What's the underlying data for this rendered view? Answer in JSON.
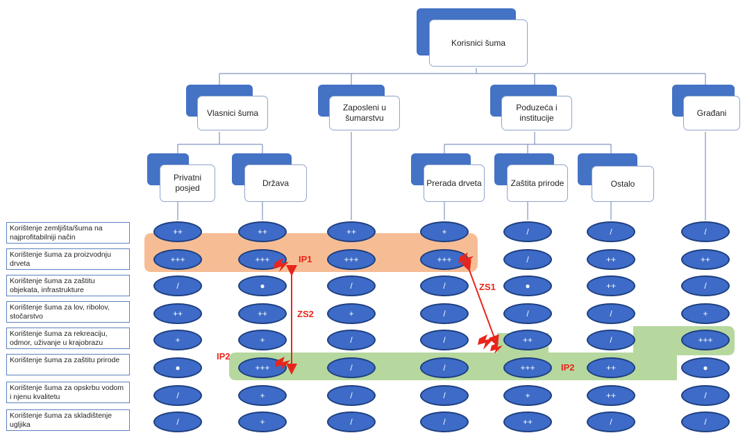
{
  "colors": {
    "node_blue": "#4472c4",
    "ellipse": "#3d6bc7",
    "orange_band": "#f4b183",
    "green_band": "#a9d18e",
    "conflict": "#e8251a"
  },
  "root": {
    "label": "Korisnici šuma"
  },
  "level1": [
    {
      "label": "Vlasnici šuma"
    },
    {
      "label": "Zaposleni u šumarstvu"
    },
    {
      "label": "Poduzeća i institucije"
    },
    {
      "label": "Građani"
    }
  ],
  "level2": [
    {
      "label": "Privatni posjed"
    },
    {
      "label": "Država"
    },
    {
      "label": "Prerada drveta"
    },
    {
      "label": "Zaštita prirode"
    },
    {
      "label": "Ostalo"
    }
  ],
  "activities": [
    "Korištenje zemljišta/šuma na najprofitabilniji način",
    "Korištenje šuma za proizvodnju drveta",
    "Korištenje šuma za zaštitu objekata, infrastrukture",
    "Korištenje šuma za lov, ribolov, stočarstvo",
    "Korištenje šuma za rekreaciju, odmor, uživanje u krajobrazu",
    "Korištenje šuma za zaštitu prirode",
    "Korištenje šuma za opskrbu vodom i njenu kvalitetu",
    "Korištenje šuma za skladištenje ugljika"
  ],
  "matrix": [
    [
      "++",
      "++",
      "++",
      "+",
      "/",
      "/",
      "/"
    ],
    [
      "+++",
      "+++",
      "+++",
      "+++",
      "/",
      "++",
      "++"
    ],
    [
      "/",
      "●",
      "/",
      "/",
      "●",
      "++",
      "/"
    ],
    [
      "++",
      "++",
      "+",
      "/",
      "/",
      "/",
      "+"
    ],
    [
      "+",
      "+",
      "/",
      "/",
      "++",
      "/",
      "+++"
    ],
    [
      "●",
      "+++",
      "/",
      "/",
      "+++",
      "++",
      "●"
    ],
    [
      "/",
      "+",
      "/",
      "/",
      "+",
      "++",
      "/"
    ],
    [
      "/",
      "+",
      "/",
      "/",
      "++",
      "/",
      "/"
    ]
  ],
  "conflict_labels": {
    "ip1": "IP1",
    "ip2_left": "IP2",
    "ip2_right": "IP2",
    "zs1": "ZS1",
    "zs2": "ZS2"
  }
}
